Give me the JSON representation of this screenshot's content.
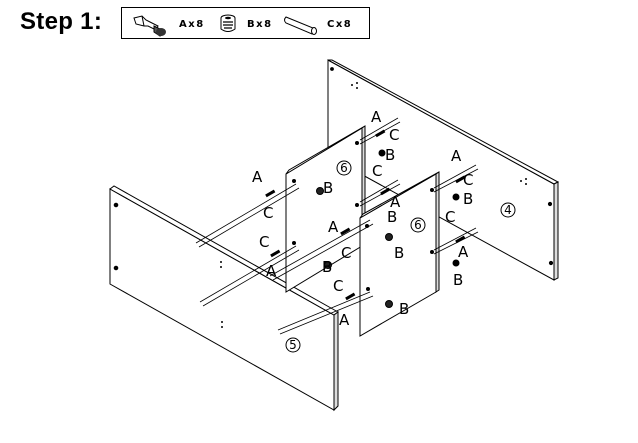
{
  "title": "Step 1:",
  "parts": [
    {
      "icon": "cam-bolt-icon",
      "label": "Ax8"
    },
    {
      "icon": "cam-lock-icon",
      "label": "Bx8"
    },
    {
      "icon": "wooden-dowel-icon",
      "label": "Cx8"
    }
  ],
  "callouts": {
    "a": "A",
    "b": "B",
    "c": "C"
  },
  "panels": {
    "left_side": "5",
    "right_side": "4",
    "shelf": "6"
  }
}
